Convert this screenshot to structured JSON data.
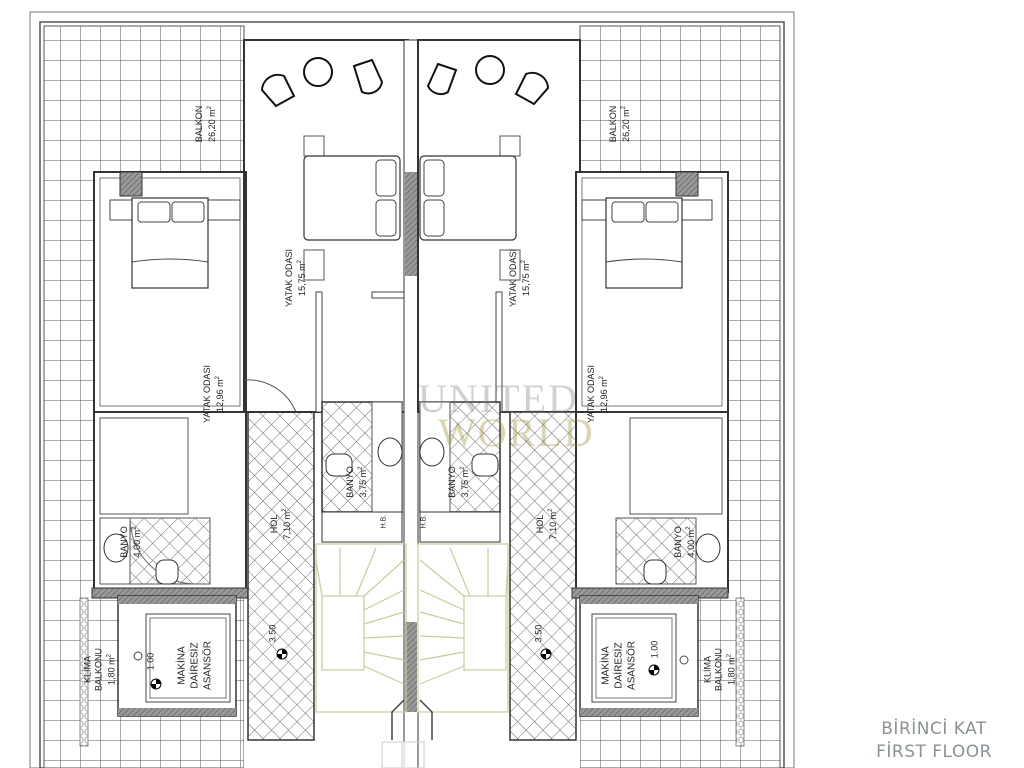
{
  "title": {
    "line1": "BİRİNCİ KAT",
    "line2": "FİRST FLOOR"
  },
  "watermark": {
    "line1": "UNITED",
    "line2": "WORLD"
  },
  "rooms": {
    "balcony_left": {
      "name": "BALKON",
      "area": "26,20 m",
      "unit_sup": "2"
    },
    "balcony_right": {
      "name": "BALKON",
      "area": "26,20 m",
      "unit_sup": "2"
    },
    "bedroom_small_left": {
      "name": "YATAK ODASI",
      "area": "12,96 m",
      "unit_sup": "2"
    },
    "bedroom_small_right": {
      "name": "YATAK ODASI",
      "area": "12,96 m",
      "unit_sup": "2"
    },
    "bedroom_large_left": {
      "name": "YATAK ODASI",
      "area": "15,75 m",
      "unit_sup": "2"
    },
    "bedroom_large_right": {
      "name": "YATAK ODASI",
      "area": "15,75 m",
      "unit_sup": "2"
    },
    "bath_center_left": {
      "name": "BANYO",
      "area": "3,75 m",
      "unit_sup": "2"
    },
    "bath_center_right": {
      "name": "BANYO",
      "area": "3,75 m",
      "unit_sup": "2"
    },
    "bath_side_left": {
      "name": "BANYO",
      "area": "4,00 m",
      "unit_sup": "2"
    },
    "bath_side_right": {
      "name": "BANYO",
      "area": "4,00 m",
      "unit_sup": "2"
    },
    "hall_left": {
      "name": "HOL",
      "area": "7,10 m",
      "unit_sup": "2"
    },
    "hall_right": {
      "name": "HOL",
      "area": "7,10 m",
      "unit_sup": "2"
    },
    "ac_balcony_left": {
      "name": "KLİMA",
      "name2": "BALKONU",
      "area": "1,80 m",
      "unit_sup": "2"
    },
    "ac_balcony_right": {
      "name": "KLİMA",
      "name2": "BALKONU",
      "area": "1,80 m",
      "unit_sup": "2"
    },
    "elevator_left": {
      "line1": "MAKİNA",
      "line2": "DAİRESİZ",
      "line3": "ASANSÖR"
    },
    "elevator_right": {
      "line1": "MAKİNA",
      "line2": "DAİRESİZ",
      "line3": "ASANSÖR"
    }
  },
  "levels": {
    "hall_left": "3.50",
    "hall_right": "3.50",
    "elevator_left": "1.00",
    "elevator_right": "1.00"
  },
  "labels": {
    "hb": "H.B."
  },
  "colors": {
    "line": "#333333",
    "grid": "#555555",
    "hatch": "#777777",
    "stair": "#c9cc9a",
    "caption": "#8a9296"
  }
}
